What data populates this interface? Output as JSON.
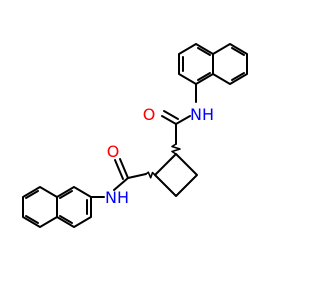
{
  "atoms": {
    "o_top": "O",
    "nh_top": "NH",
    "o_bottom": "O",
    "nh_bottom": "NH"
  },
  "colors": {
    "bond": "#000000",
    "oxygen": "#ff0000",
    "nitrogen": "#0000ff"
  }
}
